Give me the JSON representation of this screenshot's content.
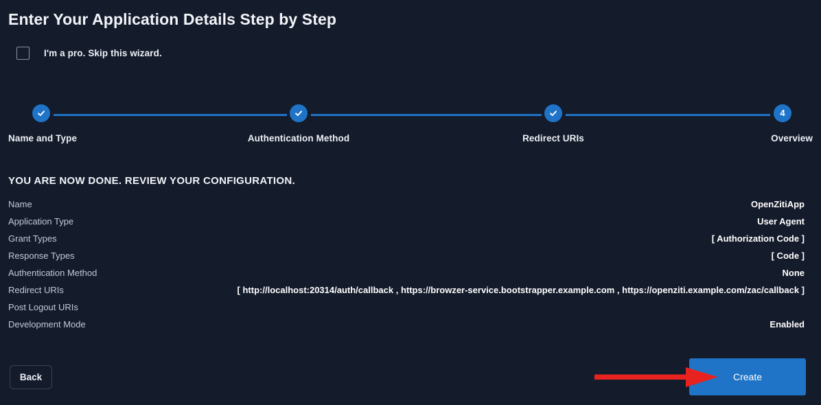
{
  "page": {
    "title": "Enter Your Application Details Step by Step",
    "background_color": "#141b2b",
    "accent_color": "#1f74c8",
    "annotation_color": "#e8231f"
  },
  "skip": {
    "label": "I'm a pro. Skip this wizard.",
    "checked": false
  },
  "stepper": {
    "current_step": 4,
    "steps": [
      {
        "number": "1",
        "label": "Name and Type",
        "state": "complete",
        "icon": "check-icon"
      },
      {
        "number": "2",
        "label": "Authentication Method",
        "state": "complete",
        "icon": "check-icon"
      },
      {
        "number": "3",
        "label": "Redirect URIs",
        "state": "complete",
        "icon": "check-icon"
      },
      {
        "number": "4",
        "label": "Overview",
        "state": "active",
        "icon": "step-number"
      }
    ]
  },
  "review": {
    "heading": "YOU ARE NOW DONE. REVIEW YOUR CONFIGURATION.",
    "rows": [
      {
        "label": "Name",
        "value": "OpenZitiApp"
      },
      {
        "label": "Application Type",
        "value": "User Agent"
      },
      {
        "label": "Grant Types",
        "value": "[ Authorization Code ]"
      },
      {
        "label": "Response Types",
        "value": "[ Code ]"
      },
      {
        "label": "Authentication Method",
        "value": "None"
      },
      {
        "label": "Redirect URIs",
        "value": "[ http://localhost:20314/auth/callback , https://browzer-service.bootstrapper.example.com , https://openziti.example.com/zac/callback ]"
      },
      {
        "label": "Post Logout URIs",
        "value": ""
      },
      {
        "label": "Development Mode",
        "value": "Enabled"
      }
    ]
  },
  "footer": {
    "back_label": "Back",
    "create_label": "Create"
  }
}
